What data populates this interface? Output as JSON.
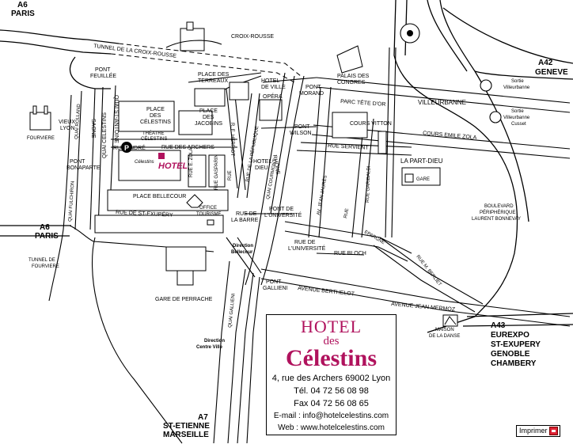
{
  "highways": {
    "a6_north": "A6",
    "a6_north_city": "PARIS",
    "a6_west": "A6",
    "a6_west_city": "PARIS",
    "a42": "A42",
    "a42_city": "GENEVE",
    "a43": "A43",
    "a43_line1": "EUREXPO",
    "a43_line2": "ST-EXUPERY",
    "a43_line3": "GENOBLE",
    "a43_line4": "CHAMBERY",
    "a7": "A7",
    "a7_line1": "ST-ETIENNE",
    "a7_line2": "MARSEILLE"
  },
  "labels": {
    "tunnel_croix_rousse": "TUNNEL DE LA CROIX-ROUSSE",
    "croix_rousse": "CROIX-ROUSSE",
    "pont_feuillee_1": "PONT",
    "pont_feuillee_2": "FEUILLÉE",
    "place_terreaux_1": "PLACE DES",
    "place_terreaux_2": "TERREAUX",
    "hotel_ville_1": "HOTEL",
    "hotel_ville_2": "DE VILLE",
    "opera": "OPÉRA",
    "pont_morand_1": "PONT",
    "pont_morand_2": "MORAND",
    "palais_congres_1": "PALAIS DES",
    "palais_congres_2": "CONGRES",
    "parc_tete_or": "PARC TÊTE D'OR",
    "villeurbanne": "VILLEURBANNE",
    "sortie_villeurbanne": "Sortie",
    "sortie_villeurbanne_2": "Villeurbanne",
    "sortie_cusset": "Sortie",
    "sortie_cusset_2": "Villeurbanne",
    "sortie_cusset_3": "Cusset",
    "vieux_lyon_1": "VIEUX",
    "vieux_lyon_2": "LYON",
    "fourviere": "FOURVIERE",
    "saone": "SAONE",
    "quai_st_antoine": "QUAI ST-ANTOINE",
    "quai_celestins": "QUAI CELESTINS",
    "place_celestins_1": "PLACE",
    "place_celestins_2": "DES",
    "place_celestins_3": "CÉLESTINS",
    "theatre_1": "THÉATRE",
    "theatre_2": "CÉLESTINS",
    "place_jacobins_1": "PLACE",
    "place_jacobins_2": "DES",
    "place_jacobins_3": "JACOBINS",
    "rue_herriot": "R. E. HERRIOT",
    "rue_republique": "RUE DE LA RÉPUBLIQUE",
    "pont_wilson_1": "PONT",
    "pont_wilson_2": "WILSON",
    "rhone": "RHÔNE",
    "cours_vitton": "COURS VITTON",
    "cours_zola": "COURS EMILE ZOLA",
    "rue_andre": "RUE ANDRÉ",
    "parking_letter": "P",
    "parking_caption": "Célestins",
    "rue_archers": "RUE DES ARCHERS",
    "hotel_marker": "HOTEL",
    "rue_zola": "RUE E. ZOLA",
    "rue_gasparin": "RUE GASPARIN",
    "rue_small": "RUE",
    "hotel_dieu_1": "HOTEL",
    "hotel_dieu_2": "DIEU",
    "quai_courmont": "QUAI COURMONT",
    "rue_servient": "RUE SERVIENT",
    "la_part_dieu": "LA PART-DIEU",
    "gare": "GARE",
    "pont_bonaparte_1": "PONT",
    "pont_bonaparte_2": "BONAPARTE",
    "quai_fulchiron": "QUAI FULCHIRON",
    "quai_romain_rolland": "QUAI ROLLAND",
    "place_bellecour": "PLACE BELLECOUR",
    "office_tourisme_1": "OFFICE",
    "office_tourisme_2": "TOURISME",
    "rue_barre_1": "RUE DE",
    "rue_barre_2": "LA BARRE",
    "pont_universite_1": "PONT DE",
    "pont_universite_2": "L'UNIVERSITÉ",
    "av_jean_jaures": "AV. JEAN JAURÈS",
    "rue_garibaldi": "RUE GARIBALDI",
    "rue_garibaldi_small": "RUE",
    "boulevard_1": "BOULEVARD",
    "boulevard_2": "PÉRIPHÉRIQUE",
    "boulevard_3": "LAURENT BONNEVAY",
    "rue_st_exupery": "RUE DE ST-EXUPÉRY",
    "tunnel_fourviere_1": "TUNNEL DE",
    "tunnel_fourviere_2": "FOURVIERE",
    "direction_bellecour_1": "Direction",
    "direction_bellecour_2": "Bellecour",
    "rue_universite_1": "RUE DE",
    "rue_universite_2": "L'UNIVERSITÉ",
    "rue_bloch": "RUE BLOCH",
    "epargne": "EPARGNE",
    "rue_berliet": "RUE M. BERLIET",
    "gare_perrache": "GARE DE PERRACHE",
    "pont_gallieni_1": "PONT",
    "pont_gallieni_2": "GALLIENI",
    "avenue_berthelot": "AVENUE BERTHELOT",
    "avenue_mermoz": "AVENUE JEAN MERMOZ",
    "maison_danse_1": "MAISON",
    "maison_danse_2": "DE LA DANSE",
    "quai_gallieni": "QUAI GALLIENI",
    "direction_centre_1": "Direction",
    "direction_centre_2": "Centre Ville"
  },
  "card": {
    "title_hotel": "HOTEL",
    "title_des": "des",
    "title_name": "Célestins",
    "address": "4, rue des Archers 69002 Lyon",
    "tel": "Tél. 04 72 56 08 98",
    "fax": "Fax 04 72 56 08 65",
    "email": "E-mail : info@hotelcelestins.com",
    "web": "Web : www.hotelcelestins.com"
  },
  "print_button": {
    "label": "Imprimer"
  },
  "colors": {
    "accent": "#b0125d",
    "map_lines": "#000000",
    "background": "#ffffff"
  }
}
